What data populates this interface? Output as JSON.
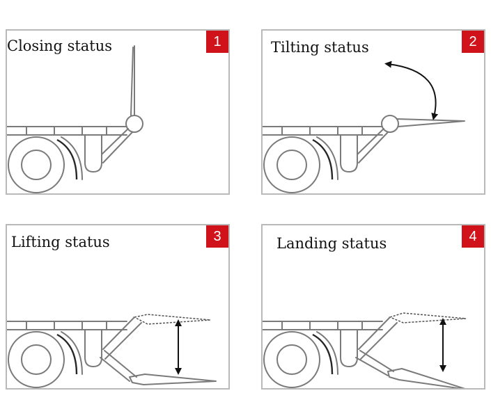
{
  "panels": [
    {
      "label": "Closing status",
      "number": "1"
    },
    {
      "label": "Tilting status",
      "number": "2"
    },
    {
      "label": "Lifting status",
      "number": "3"
    },
    {
      "label": "Landing status",
      "number": "4"
    }
  ],
  "colors": {
    "badge": "#d0121b",
    "border": "#b9b9b9",
    "drawing": "#7a7a7a"
  }
}
